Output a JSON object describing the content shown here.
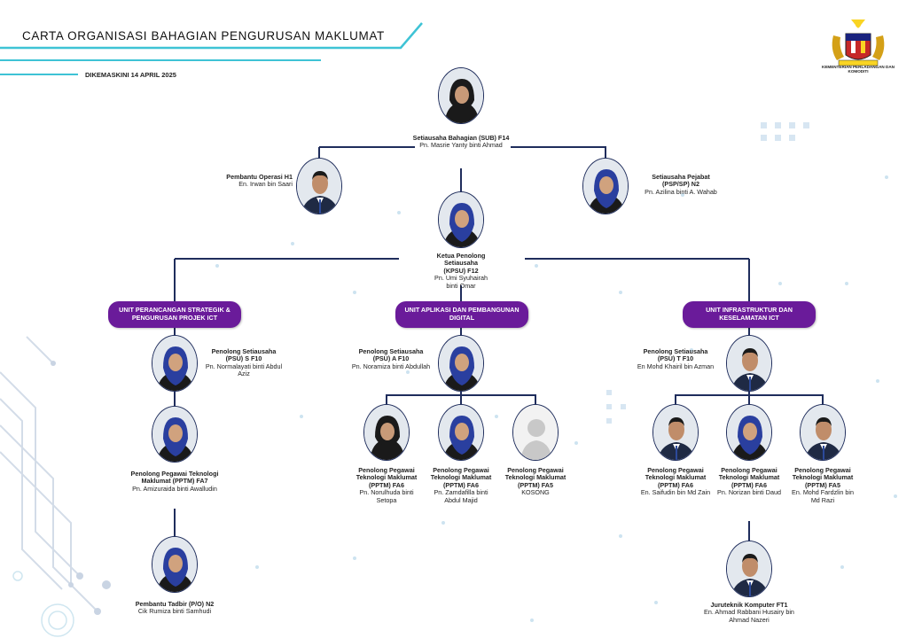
{
  "header": {
    "title": "CARTA ORGANISASI BAHAGIAN PENGURUSAN MAKLUMAT",
    "updated": "DIKEMASKINI  14  APRIL  2025",
    "ministry": "KEMENTERIAN PERLADANGAN DAN KOMODITI"
  },
  "colors": {
    "unit_bg": "#6a1b9a",
    "line": "#1f2d5c",
    "accent": "#3ec3d5"
  },
  "people": {
    "sub": {
      "role": "Setiausaha Bahagian (SUB) F14",
      "name": "Pn. Masrie Yanty binti Ahmad"
    },
    "po": {
      "role": "Pembantu Operasi H1",
      "name": "En. Irwan bin Saari"
    },
    "psp": {
      "role": "Setiausaha Pejabat (PSP/SP) N2",
      "name": "Pn. Azilina binti A. Wahab"
    },
    "kpsu": {
      "role": "Ketua Penolong Setiausaha (KPSU) F12",
      "name": "Pn. Umi Syuhairah binti Omar"
    },
    "psu_s": {
      "role": "Penolong Setiausaha (PSU) S F10",
      "name": "Pn. Normalayati binti Abdul Aziz"
    },
    "pptm_fa7": {
      "role": "Penolong Pegawai Teknologi Maklumat (PPTM) FA7",
      "name": "Pn. Amizuraida binti Awalludin"
    },
    "pt": {
      "role": "Pembantu Tadbir (P/O) N2",
      "name": "Cik Rumiza binti Samhudi"
    },
    "psu_a": {
      "role": "Penolong Setiausaha (PSU) A F10",
      "name": "Pn. Noramiza binti Abdullah"
    },
    "a1": {
      "role": "Penolong Pegawai Teknologi Maklumat (PPTM) FA6",
      "name": "Pn. Norulhuda binti Setopa"
    },
    "a2": {
      "role": "Penolong Pegawai Teknologi Maklumat (PPTM) FA6",
      "name": "Pn. Zamdafilla binti Abdul Majid"
    },
    "a3": {
      "role": "Penolong Pegawai Teknologi Maklumat (PPTM) FA5",
      "name": "KOSONG"
    },
    "psu_t": {
      "role": "Penolong Setiausaha (PSU) T F10",
      "name": "En Mohd Khairil bin Azman"
    },
    "t1": {
      "role": "Penolong Pegawai Teknologi Maklumat (PPTM) FA6",
      "name": "En. Saifudin bin Md Zain"
    },
    "t2": {
      "role": "Penolong Pegawai Teknologi Maklumat (PPTM) FA6",
      "name": "Pn. Norizan binti Daud"
    },
    "t3": {
      "role": "Penolong Pegawai Teknologi Maklumat (PPTM) FA5",
      "name": "En. Mohd Fardzlin bin Md Razi"
    },
    "jk": {
      "role": "Juruteknik Komputer FT1",
      "name": "En. Ahmad Rabbani Husairy bin Ahmad Nazeri"
    }
  },
  "units": {
    "s": "UNIT PERANCANGAN STRATEGIK & PENGURUSAN PROJEK ICT",
    "a": "UNIT APLIKASI DAN PEMBANGUNAN DIGITAL",
    "t": "UNIT INFRASTRUKTUR DAN KESELAMATAN ICT"
  }
}
